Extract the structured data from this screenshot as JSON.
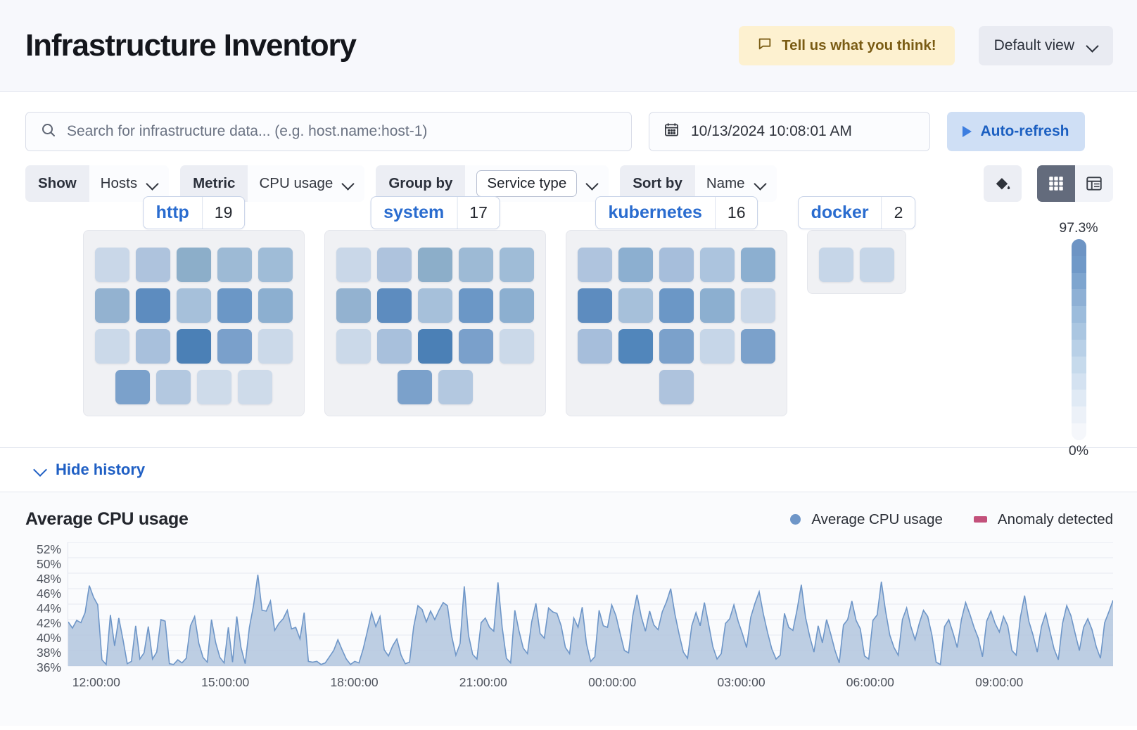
{
  "header": {
    "title": "Infrastructure Inventory",
    "feedback_label": "Tell us what you think!",
    "feedback_icon": "comment-icon",
    "view_label": "Default view",
    "view_chevron_icon": "chevron-down-icon"
  },
  "search": {
    "placeholder": "Search for infrastructure data... (e.g. host.name:host-1)",
    "icon": "search-icon",
    "value": ""
  },
  "datepicker": {
    "icon": "calendar-icon",
    "value": "10/13/2024 10:08:01 AM"
  },
  "autorefresh": {
    "label": "Auto-refresh",
    "icon": "play-icon"
  },
  "filters": [
    {
      "key": "Show",
      "value": "Hosts",
      "pill": false,
      "icon": "chevron-down-icon"
    },
    {
      "key": "Metric",
      "value": "CPU usage",
      "pill": false,
      "icon": "chevron-down-icon"
    },
    {
      "key": "Group by",
      "value": "Service type",
      "pill": true,
      "icon": "chevron-down-icon"
    },
    {
      "key": "Sort by",
      "value": "Name",
      "pill": false,
      "icon": "chevron-down-icon"
    }
  ],
  "view_controls": {
    "palette_icon": "color-fill-icon",
    "grid_icon": "grid-view-icon",
    "table_icon": "table-view-icon",
    "active": "grid-view-icon"
  },
  "waffle": {
    "scale_max": "97.3%",
    "scale_min": "0%",
    "scale_colors": [
      "#6d94c4",
      "#7099c8",
      "#7ea5cf",
      "#8eb0d5",
      "#9cbcdc",
      "#aac6e1",
      "#b8d0e7",
      "#c6daec",
      "#d4e2f1",
      "#e0eaf5",
      "#ecf1f8",
      "#f5f7fb"
    ],
    "groups": [
      {
        "name": "http",
        "count": "19",
        "rows": [
          [
            "#c9d7e8",
            "#aec3dd",
            "#8caec9",
            "#9dbad5",
            "#9fbcd7"
          ],
          [
            "#93b2d0",
            "#5d8cbf",
            "#a6c0da",
            "#6b97c6",
            "#8cafd0"
          ],
          [
            "#cbd9e9",
            "#a8c0dc",
            "#4b80b6",
            "#7aa0cb",
            "#cbd9e9"
          ],
          [
            "#7ba1cb",
            "#b3c8e0",
            "#cedbea",
            "#cedbea"
          ]
        ]
      },
      {
        "name": "system",
        "count": "17",
        "rows": [
          [
            "#c9d7e8",
            "#aec3dd",
            "#8caec9",
            "#9dbad5",
            "#9fbcd7"
          ],
          [
            "#93b2d0",
            "#5d8cbf",
            "#a6c0da",
            "#6b97c6",
            "#8cafd0"
          ],
          [
            "#cbd9e9",
            "#a8c0dc",
            "#4b80b6",
            "#7aa0cb",
            "#cbd9e9"
          ],
          [
            "#7ba1cb",
            "#b3c8e0"
          ]
        ]
      },
      {
        "name": "kubernetes",
        "count": "16",
        "rows": [
          [
            "#afc4de",
            "#8cafd0",
            "#a6bedb",
            "#acc4de",
            "#8cafd0"
          ],
          [
            "#5d8cbf",
            "#a6c0da",
            "#6b97c6",
            "#8cafd0",
            "#c9d7e8"
          ],
          [
            "#a6bedb",
            "#5186bb",
            "#7ba1cb",
            "#c6d6e8",
            "#7ba1cb"
          ],
          [
            "#aec3dd"
          ]
        ]
      },
      {
        "name": "docker",
        "count": "2",
        "rows": [
          [
            "#c6d6e8",
            "#c6d6e8"
          ]
        ]
      }
    ]
  },
  "history_toggle": {
    "label": "Hide history",
    "icon": "chevron-down-icon"
  },
  "chart_data": {
    "type": "area",
    "title": "Average CPU usage",
    "xlabel": "",
    "ylabel": "",
    "grid": true,
    "legend_position": "top-right",
    "legend": [
      {
        "name": "Average CPU usage",
        "color": "#6e96c8",
        "marker": "dot"
      },
      {
        "name": "Anomaly detected",
        "color": "#c3517b",
        "marker": "square"
      }
    ],
    "ylim": [
      36,
      52
    ],
    "yticks": [
      "52%",
      "50%",
      "48%",
      "46%",
      "44%",
      "42%",
      "40%",
      "38%",
      "36%"
    ],
    "xticks": [
      "12:00:00",
      "15:00:00",
      "18:00:00",
      "21:00:00",
      "00:00:00",
      "03:00:00",
      "06:00:00",
      "09:00:00"
    ],
    "series": [
      {
        "name": "Average CPU usage",
        "color": "#6e96c8",
        "fill": "#b2c6de",
        "values": [
          41.7,
          40.9,
          41.9,
          41.6,
          42.9,
          46.4,
          44.9,
          43.9,
          36.8,
          36.2,
          42.6,
          38.6,
          42.2,
          39.4,
          36.3,
          36.6,
          41.2,
          36.9,
          37.7,
          41.1,
          36.9,
          37.8,
          42.0,
          41.8,
          36.3,
          36.2,
          36.8,
          36.4,
          37.0,
          41.2,
          42.4,
          38.9,
          37.1,
          36.5,
          42.0,
          39.0,
          37.1,
          36.4,
          41.0,
          36.5,
          42.4,
          38.4,
          36.3,
          41.0,
          43.9,
          47.8,
          43.2,
          43.1,
          44.4,
          40.6,
          41.5,
          42.1,
          43.2,
          40.8,
          41.0,
          39.5,
          42.9,
          36.6,
          36.5,
          36.6,
          36.2,
          36.4,
          37.2,
          38.0,
          39.4,
          38.1,
          36.9,
          36.2,
          36.6,
          36.4,
          38.2,
          40.5,
          42.9,
          41.1,
          42.4,
          38.1,
          37.3,
          38.6,
          39.5,
          37.4,
          36.3,
          36.5,
          41.1,
          43.8,
          43.3,
          41.7,
          43.1,
          42.0,
          43.2,
          44.2,
          43.8,
          39.9,
          37.4,
          38.9,
          46.3,
          40.0,
          37.5,
          36.9,
          41.6,
          42.2,
          41.0,
          40.5,
          46.8,
          41.0,
          37.0,
          36.4,
          43.2,
          40.5,
          38.3,
          37.6,
          41.7,
          44.1,
          40.2,
          39.6,
          43.5,
          43.0,
          42.8,
          41.2,
          38.4,
          37.6,
          42.2,
          41.0,
          43.6,
          38.9,
          36.6,
          37.2,
          43.2,
          41.2,
          41.0,
          43.9,
          42.5,
          40.2,
          38.0,
          37.7,
          42.5,
          45.2,
          42.4,
          40.5,
          43.1,
          41.3,
          40.7,
          43.0,
          44.3,
          46.0,
          42.7,
          40.1,
          37.8,
          37.0,
          41.2,
          42.9,
          41.2,
          44.2,
          41.4,
          38.5,
          36.9,
          37.6,
          41.5,
          42.1,
          43.9,
          41.8,
          40.2,
          38.4,
          42.3,
          44.1,
          45.6,
          42.7,
          40.3,
          38.2,
          36.9,
          37.4,
          42.8,
          41.0,
          40.6,
          43.3,
          46.5,
          42.3,
          39.8,
          37.8,
          41.2,
          39.0,
          42.0,
          40.1,
          38.0,
          36.4,
          41.3,
          42.0,
          44.4,
          41.9,
          40.8,
          37.3,
          36.9,
          41.9,
          42.6,
          46.9,
          43.1,
          40.0,
          38.4,
          37.4,
          42.0,
          43.5,
          41.1,
          39.4,
          41.5,
          43.2,
          42.4,
          40.0,
          36.5,
          36.2,
          41.1,
          42.0,
          40.3,
          38.4,
          42.0,
          44.2,
          42.7,
          41.0,
          39.6,
          37.2,
          41.8,
          43.1,
          41.5,
          40.4,
          42.4,
          41.2,
          38.0,
          37.4,
          42.3,
          45.1,
          41.8,
          40.0,
          37.8,
          41.1,
          42.8,
          40.5,
          38.2,
          36.8,
          41.5,
          43.8,
          42.5,
          40.2,
          38.0,
          41.0,
          42.1,
          40.7,
          38.5,
          37.0,
          41.6,
          43.0,
          44.5
        ]
      }
    ]
  }
}
